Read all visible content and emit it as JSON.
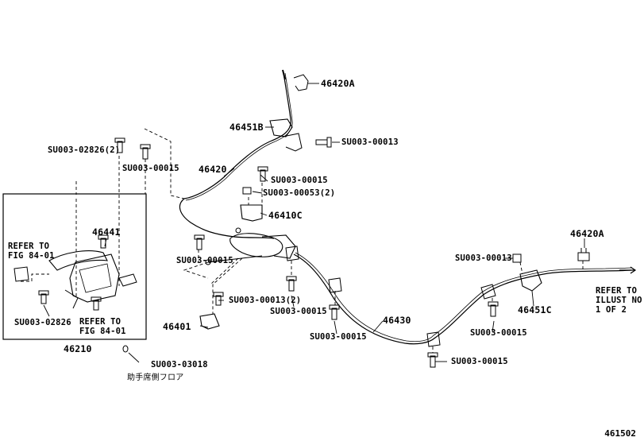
{
  "diagram_id": "461502",
  "parts": {
    "p46420A_top": "46420A",
    "p46451B": "46451B",
    "p46420": "46420",
    "p46410C": "46410C",
    "p46441": "46441",
    "p46401": "46401",
    "p46430": "46430",
    "p46210": "46210",
    "p46420A_right": "46420A",
    "p46451C": "46451C"
  },
  "fasteners": {
    "f_02826_2": "SU003-02826(2)",
    "f_00015_a": "SU003-00015",
    "f_00013_top": "SU003-00013",
    "f_00015_b": "SU003-00015",
    "f_00053_2": "SU003-00053(2)",
    "f_00015_c": "SU003-00015",
    "f_00013_2": "SU003-00013(2)",
    "f_00015_d": "SU003-00015",
    "f_00015_e": "SU003-00015",
    "f_00015_f": "SU003-00015",
    "f_00013_right": "SU003-00013",
    "f_00015_g": "SU003-00015",
    "f_02826_box": "SU003-02826",
    "f_03018": "SU003-03018"
  },
  "notes": {
    "refer_a": "REFER TO",
    "refer_a2": "FIG 84-01",
    "refer_b": "REFER TO",
    "refer_b2": "FIG 84-01",
    "refer_illust_1": "REFER TO",
    "refer_illust_2": "ILLUST NO.",
    "refer_illust_3": "1 OF 2",
    "floor_jp": "助手席側フロア"
  }
}
